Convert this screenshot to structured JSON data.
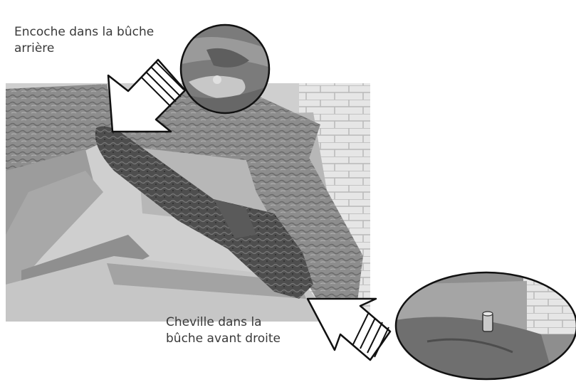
{
  "labels": {
    "rear_notch": {
      "line1": "Encoche dans la bûche",
      "line2": "arrière"
    },
    "front_peg": {
      "line1": "Cheville dans la",
      "line2": "bûche avant droite"
    }
  }
}
